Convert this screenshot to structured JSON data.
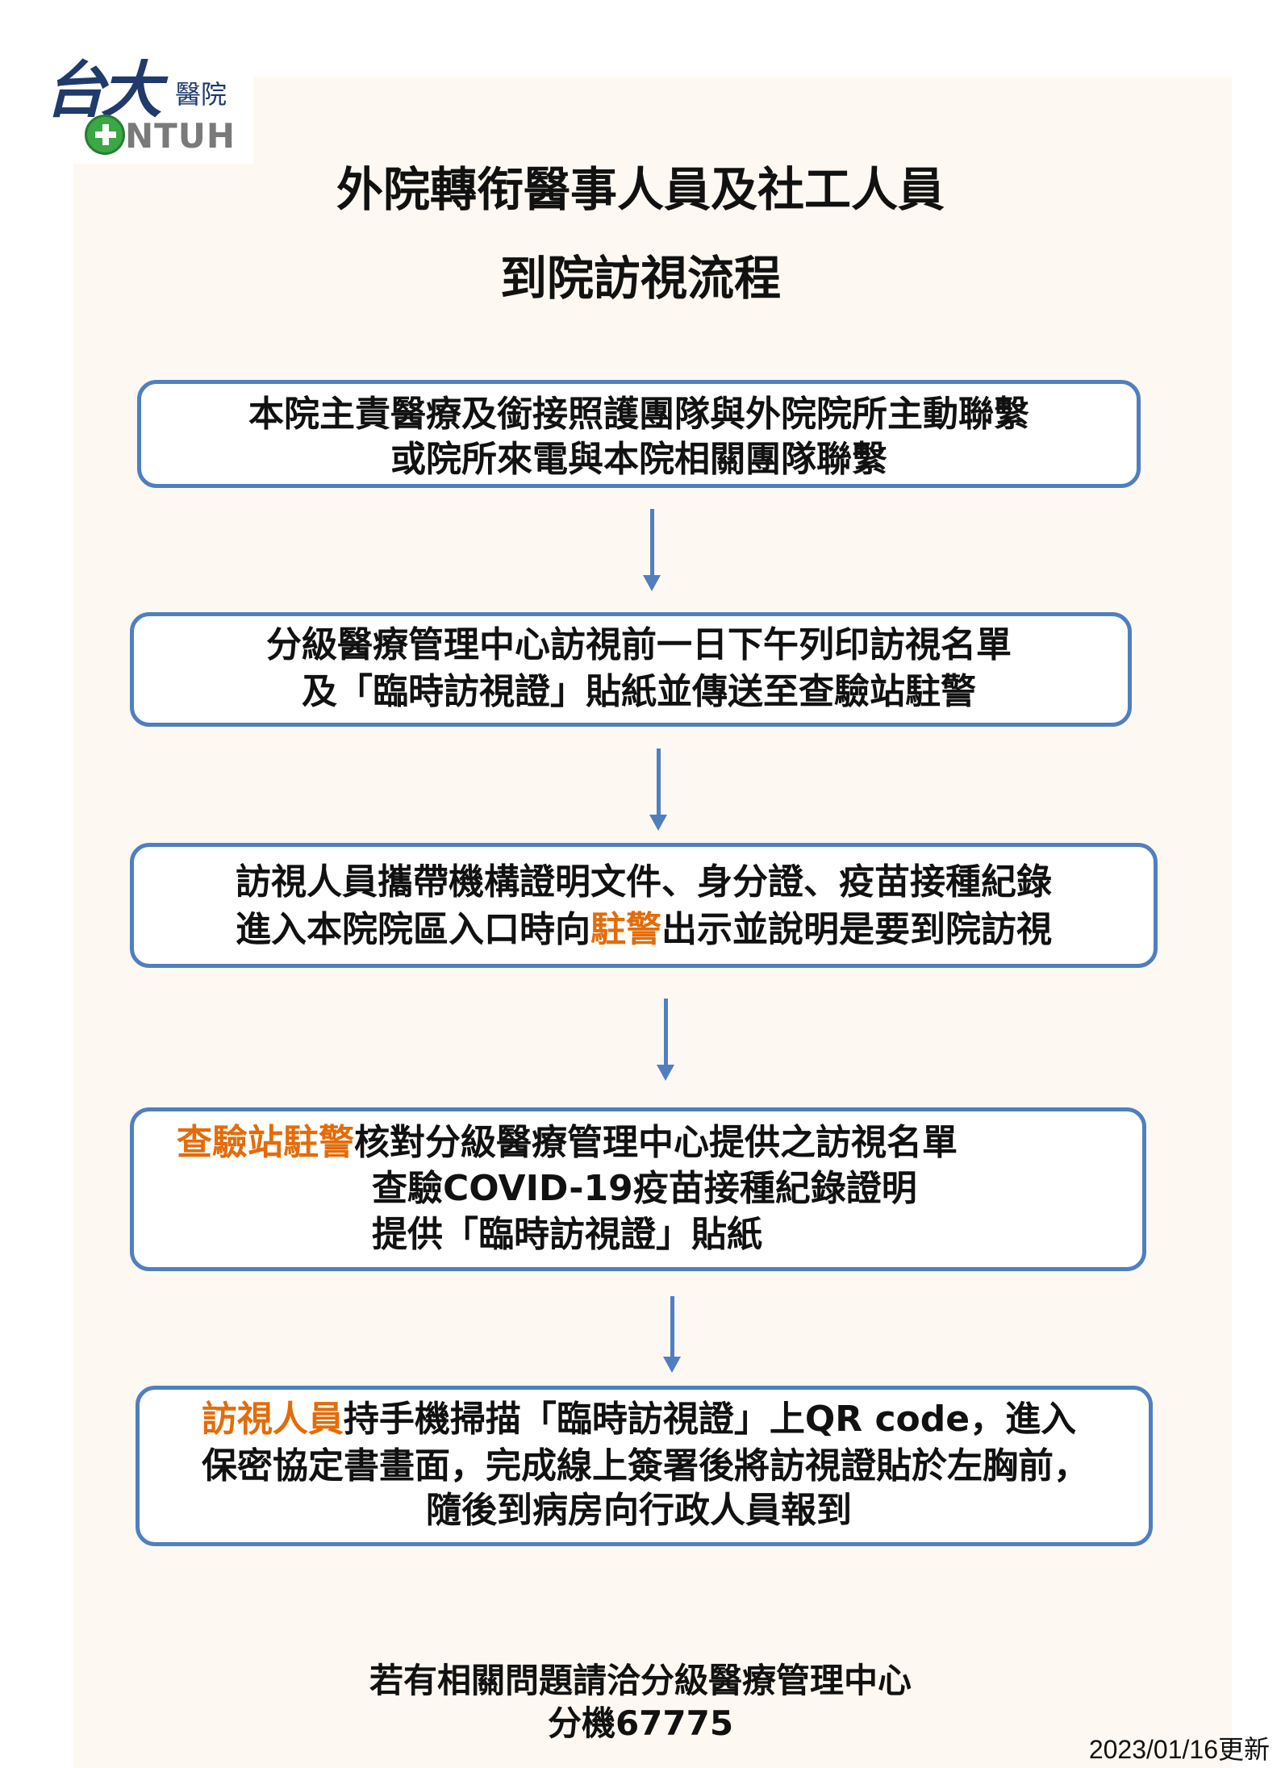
{
  "logo": {
    "chars": "台大",
    "hospital": "醫院",
    "abbr": "NTUH"
  },
  "title": {
    "line1": "外院轉衔醫事人員及社工人員",
    "line2": "到院訪視流程"
  },
  "steps": [
    {
      "lines": [
        "本院主責醫療及銜接照護團隊與外院院所主動聯繫",
        "或院所來電與本院相關團隊聯繫"
      ]
    },
    {
      "lines": [
        "分級醫療管理中心訪視前一日下午列印訪視名單",
        "及「臨時訪視證」貼紙並傳送至查驗站駐警"
      ]
    },
    {
      "line1_pre": "訪視人員攜帶機構證明文件、身分證、疫苗接種紀錄",
      "line2_pre": "進入本院院區入口時向",
      "line2_hl": "駐警",
      "line2_post": "出示並說明是要到院訪視"
    },
    {
      "line1_hl": "查驗站駐警",
      "line1_post": "核對分級醫療管理中心提供之訪視名單",
      "line2": "查驗COVID-19疫苗接種紀錄證明",
      "line3": "提供「臨時訪視證」貼紙"
    },
    {
      "line1_hl": "訪視人員",
      "line1_post": "持手機掃描「臨時訪視證」上QR code，進入",
      "line2": "保密協定書畫面，完成線上簽署後將訪視證貼於左胸前，",
      "line3": "隨後到病房向行政人員報到"
    }
  ],
  "footer": {
    "contact": "若有相關問題請洽分級醫療管理中心",
    "extension": "分機67775"
  },
  "updated": "2023/01/16更新",
  "colors": {
    "border": "#4f7fbf",
    "highlight": "#e36c0a",
    "panel": "#fdf8f2"
  }
}
